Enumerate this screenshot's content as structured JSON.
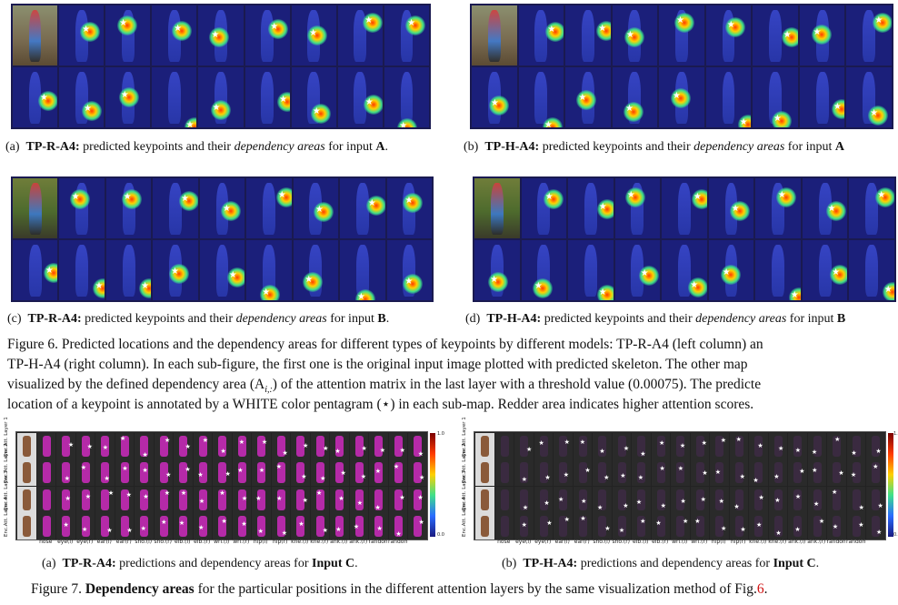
{
  "fig6": {
    "captions": {
      "a": {
        "label": "(a)",
        "model": "TP-R-A4:",
        "text": " predicted keypoints and their ",
        "em": "dependency areas",
        "tail": " for input ",
        "input": "A",
        "end": "."
      },
      "b": {
        "label": "(b)",
        "model": "TP-H-A4:",
        "text": " predicted keypoints and their ",
        "em": "dependency areas",
        "tail": " for input ",
        "input": "A",
        "end": ""
      },
      "c": {
        "label": "(c)",
        "model": "TP-R-A4:",
        "text": " predicted keypoints and their ",
        "em": "dependency areas",
        "tail": " for input ",
        "input": "B",
        "end": "."
      },
      "d": {
        "label": "(d)",
        "model": "TP-H-A4:",
        "text": " predicted keypoints and their ",
        "em": "dependency areas",
        "tail": " for input ",
        "input": "B",
        "end": ""
      }
    },
    "caption_lines": [
      "Figure 6. Predicted locations and the dependency areas for different types of keypoints by different models: TP-R-A4 (left column) an",
      "TP-H-A4 (right column).  In each sub-figure, the first one is the original input image plotted with predicted skeleton.  The other map",
      "visualized by the defined dependency area (A",
      "location of a keypoint is annotated by a WHITE color pentagram (⋆) in each sub-map. Redder area indicates higher attention scores."
    ],
    "line3_sub": "i,:",
    "line3_tail": ") of the attention matrix in the last layer with a threshold value (0.00075). The predicte"
  },
  "fig7": {
    "row_labels": [
      "Enc.Att. Layer 1",
      "Enc.Att. Layer 2",
      "Enc.Att. Layer 3",
      "Enc.Att. Layer 4"
    ],
    "col_labels": [
      "nose",
      "eye(l)",
      "eye(r)",
      "ear(l)",
      "ear(r)",
      "sho.(l)",
      "sho.(r)",
      "elb.(l)",
      "elb.(r)",
      "wri.(l)",
      "wri.(r)",
      "hip(l)",
      "hip(r)",
      "kne.(l)",
      "kne.(r)",
      "ank.(l)",
      "ank.(r)",
      "random",
      "random"
    ],
    "colorbar_max": "1.0",
    "colorbar_min": "0.0",
    "captions": {
      "a": {
        "label": "(a)",
        "model": "TP-R-A4:",
        "text": " predictions and dependency areas for ",
        "input": "Input C",
        "end": "."
      },
      "b": {
        "label": "(b)",
        "model": "TP-H-A4:",
        "text": " predictions and dependency areas for ",
        "input": "Input C",
        "end": "."
      }
    },
    "main_caption": {
      "prefix": "Figure 7. ",
      "bold": "Dependency areas",
      "text": " for the particular positions in the different attention layers by the same visualization method of Fig.",
      "ref": "6",
      "end": "."
    }
  },
  "colors": {
    "heat_bg": "#1b1f7a",
    "link_red": "#d01010"
  }
}
